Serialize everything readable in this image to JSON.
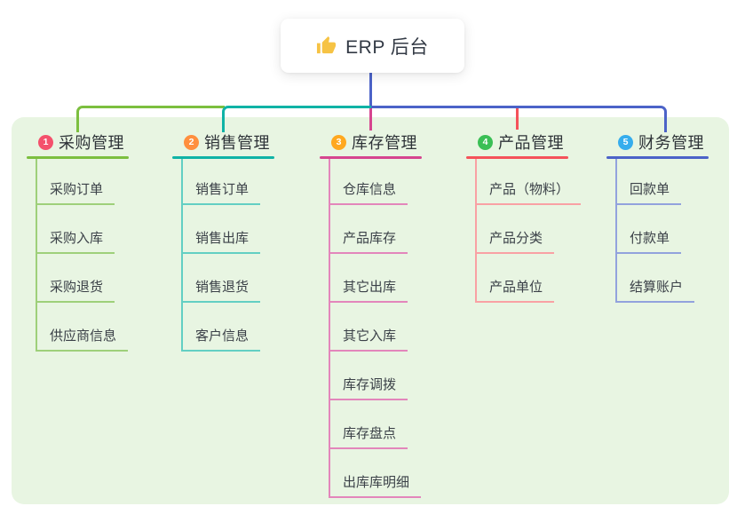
{
  "root": {
    "label": "ERP 后台",
    "icon": "thumbs-up"
  },
  "panel": {
    "background": "#e8f5e2"
  },
  "connector_root_color": "#4c63c8",
  "branches": [
    {
      "number": "1",
      "label": "采购管理",
      "badge_color": "#f4516c",
      "line_color": "#7cbf3f",
      "child_line_color": "#9ed07a",
      "children": [
        "采购订单",
        "采购入库",
        "采购退货",
        "供应商信息"
      ]
    },
    {
      "number": "2",
      "label": "销售管理",
      "badge_color": "#ff8f3e",
      "line_color": "#10b3a6",
      "child_line_color": "#63cfc3",
      "children": [
        "销售订单",
        "销售出库",
        "销售退货",
        "客户信息"
      ]
    },
    {
      "number": "3",
      "label": "库存管理",
      "badge_color": "#ffa81f",
      "line_color": "#d6458f",
      "child_line_color": "#e386bb",
      "children": [
        "仓库信息",
        "产品库存",
        "其它出库",
        "其它入库",
        "库存调拨",
        "库存盘点",
        "出库库明细"
      ]
    },
    {
      "number": "4",
      "label": "产品管理",
      "badge_color": "#3abf55",
      "line_color": "#f5525a",
      "child_line_color": "#f9a1a4",
      "children": [
        "产品（物料）",
        "产品分类",
        "产品单位"
      ]
    },
    {
      "number": "5",
      "label": "财务管理",
      "badge_color": "#36aded",
      "line_color": "#4c63c8",
      "child_line_color": "#92a2dd",
      "children": [
        "回款单",
        "付款单",
        "结算账户"
      ]
    }
  ]
}
